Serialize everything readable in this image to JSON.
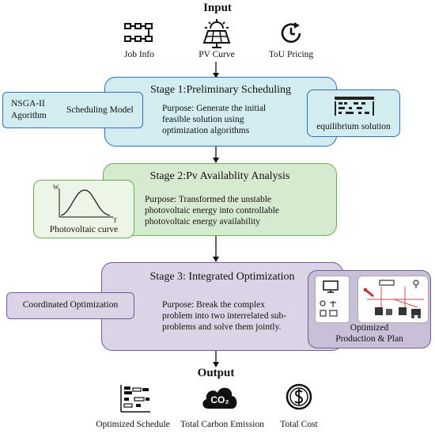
{
  "input": {
    "heading": "Input",
    "items": [
      {
        "label": "Job Info",
        "icon": "flowchart-icon"
      },
      {
        "label": "PV Curve",
        "icon": "solar-panel-icon"
      },
      {
        "label": "ToU Pricing",
        "icon": "clock-icon"
      }
    ]
  },
  "stage1": {
    "title": "Stage 1:Preliminary Scheduling",
    "purpose": [
      "Purpose: Generate the initial",
      "feasible solution using",
      "optimization algorithms"
    ],
    "left_box": {
      "line1": "NSGA-II",
      "line2": "Agorithm",
      "right": "Scheduling Model"
    },
    "right_box": {
      "label": "equilibrium solution",
      "icon": "gantt-chart-icon"
    }
  },
  "stage2": {
    "title": "Stage 2:Pv Availablity Analysis",
    "purpose": [
      "Purpose: Transformed the unstable",
      "photovoltaic energy into controllable",
      "photovoltaic energy availability"
    ],
    "left_box": {
      "label": "Photovoltaic curve",
      "y_axis": "W",
      "x_axis": "T"
    }
  },
  "stage3": {
    "title": "Stage 3: Integrated Optimization",
    "purpose": [
      "Purpose: Break the complex",
      "problem into two interrelated sub-",
      "problems and solve them jointly."
    ],
    "left_box": {
      "label": "Coordinated Optimization"
    },
    "right_box": {
      "line1": "Optimized",
      "line2": "Production & Plan"
    }
  },
  "output": {
    "heading": "Output",
    "items": [
      {
        "label": "Optimized Schedule",
        "icon": "schedule-chart-icon"
      },
      {
        "label": "Total Carbon Emission",
        "icon": "co2-cloud-icon",
        "badge": "CO₂"
      },
      {
        "label": "Total Cost",
        "icon": "dollar-coin-icon"
      }
    ]
  },
  "colors": {
    "stage1_fill": "#d3ecf0",
    "stage1_border": "#2e6fb5",
    "stage2_fill": "#d6ead0",
    "stage2_border": "#6aaa50",
    "stage3_fill": "#ddd3e6",
    "stage3_border": "#6f5a9c"
  }
}
